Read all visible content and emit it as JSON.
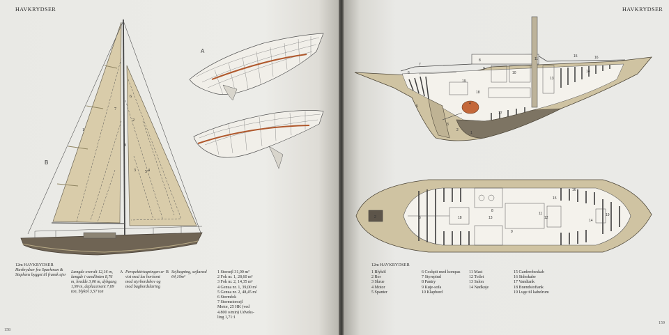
{
  "left": {
    "runhead": "HAVKRYDSER",
    "page_number": "158",
    "fig_letters": {
      "a": "A",
      "b": "B"
    },
    "sail_numbers": [
      "1",
      "2",
      "3",
      "4",
      "5",
      "6",
      "7",
      "8"
    ],
    "caption": {
      "size": "12m",
      "type": "HAVKRYDSER",
      "description": "Havkrydser fra Sparkman & Stephens bygget til fransk ejer"
    },
    "dimensions": "Længde overalt 12,16 m, længde i vandlinien 8,76 m, bredde 3,06 m, dybgang 1,99 m, deplacement 7,69 ton, blyköl 3,57 ton",
    "note_a": {
      "letter": "A",
      "text": "Perspektivtegningen er vist med las horisont mod styrbordsbov og mod bagbordslæring"
    },
    "note_b": {
      "letter": "B",
      "text": "Sejltegning, sejlareal 64,10m²"
    },
    "sail_list": [
      "1 Storsejl 31,00 m²",
      "2 Fok nr. 1, 28,60 m²",
      "3 Fok nr. 2, 14,35 m²",
      "4 Genua nr. 1, 39,00 m²",
      "5 Genua nr. 2, 48,45 m²",
      "6 Stormfok",
      "7 Stormstorsejl",
      "Motor, 25 HK (ved",
      "4.800 o/min) Udveks-",
      "ling 1,71:1"
    ]
  },
  "right": {
    "runhead": "HAVKRYDSER",
    "page_number": "159",
    "caption": {
      "size": "12m",
      "type": "HAVKRYDSER"
    },
    "profile_numbers": [
      "1",
      "2",
      "3",
      "4",
      "5",
      "6",
      "7",
      "8",
      "9",
      "10",
      "11",
      "13",
      "14",
      "15",
      "16",
      "17",
      "18",
      "19"
    ],
    "plan_numbers": [
      "2",
      "6",
      "8",
      "9",
      "11",
      "12",
      "13",
      "14",
      "15",
      "16",
      "18",
      "19"
    ],
    "list_col1": [
      "1 Blyköl",
      "2 Ror",
      "3 Skrue",
      "4 Motor",
      "5 Spanter"
    ],
    "list_col2": [
      "6 Cockpit med kompas",
      "7 Styrepind",
      "8 Pantry",
      "9 Køje-sofa",
      "10 Klapbord"
    ],
    "list_col3": [
      "11 Mast",
      "12 Toilet",
      "13 Salon",
      "14 Nødkøje"
    ],
    "list_col4": [
      "15 Garderobeskab",
      "16 Sideskabe",
      "17 Vandtank",
      "18 Brændstoftank",
      "19 Luge til kabelrum"
    ]
  }
}
